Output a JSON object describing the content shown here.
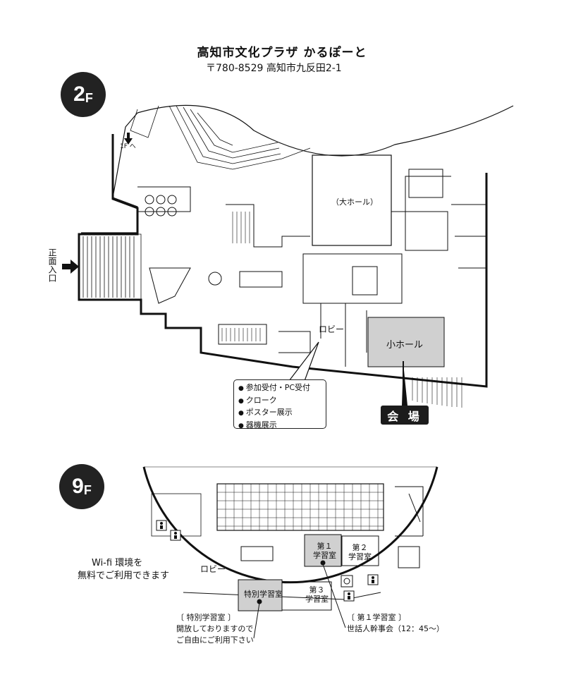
{
  "header": {
    "venue_name": "高知市文化プラザ かるぽーと",
    "address": "〒780-8529 高知市九反田2-1"
  },
  "floor_2f": {
    "badge_main": "2",
    "badge_sub": "F",
    "stairs_label": "1F へ",
    "entrance_label": "正面入口",
    "big_hall_label": "（大ホール）",
    "lobby_label": "ロビー",
    "small_hall_label": "小ホール",
    "venue_label": "会 場",
    "lobby_services": [
      "参加受付・PC受付",
      "クローク",
      "ポスター展示",
      "器機展示"
    ]
  },
  "floor_9f": {
    "badge_main": "9",
    "badge_sub": "F",
    "lobby_label": "ロビー",
    "wifi_line1": "Wi-fi 環境を",
    "wifi_line2": "無料でご利用できます",
    "room1_label": "第１\n学習室",
    "room2_label": "第２\n学習室",
    "room3_label": "第３\n学習室",
    "special_room_label": "特別学習室",
    "special_note_title": "〔 特別学習室 〕",
    "special_note_line1": "開放しておりますので",
    "special_note_line2": "ご自由にご利用下さい",
    "room1_note_title": "〔 第１学習室 〕",
    "room1_note_line1": "世話人幹事会（12：45～）"
  },
  "colors": {
    "highlight_room": "#d0d0d0",
    "badge": "#222222",
    "line": "#111111"
  }
}
